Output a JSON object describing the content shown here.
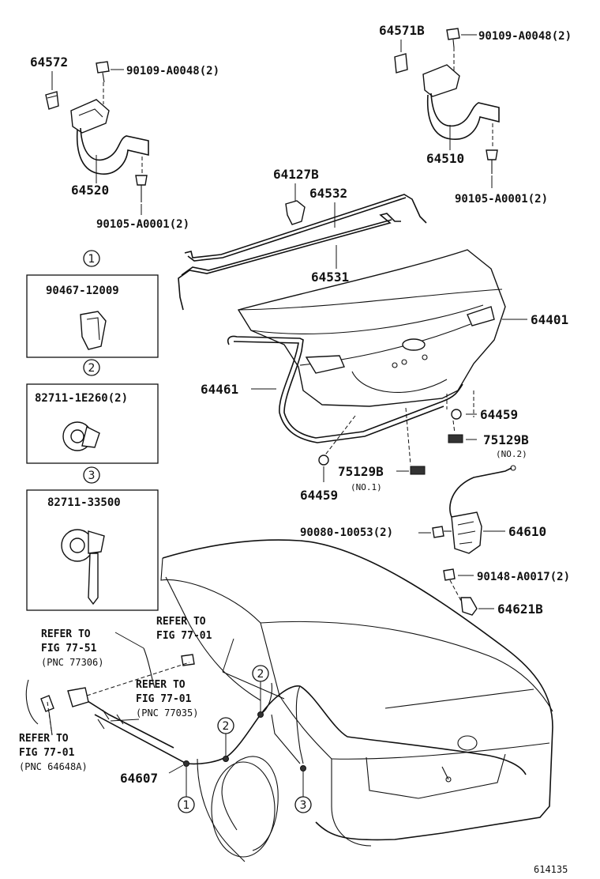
{
  "diagram_id": "614135",
  "parts": {
    "p64572": "64572",
    "p64520": "64520",
    "p64571B": "64571B",
    "p64510": "64510",
    "p64127B": "64127B",
    "p64532": "64532",
    "p64531": "64531",
    "p64401": "64401",
    "p64461": "64461",
    "p64459a": "64459",
    "p64459b": "64459",
    "p75129Ba": "75129B",
    "p75129Bb": "75129B",
    "p64610": "64610",
    "p64621B": "64621B",
    "p64607": "64607"
  },
  "notes": {
    "no2": "(NO.2)",
    "no1": "(NO.1)"
  },
  "bolts": {
    "b_left_top": "90109-A0048(2)",
    "b_left_bottom": "90105-A0001(2)",
    "b_right_top": "90109-A0048(2)",
    "b_right_bottom": "90105-A0001(2)",
    "b_90080": "90080-10053(2)",
    "b_90148": "90148-A0017(2)"
  },
  "callouts": [
    {
      "num": "1",
      "part": "90467-12009"
    },
    {
      "num": "2",
      "part": "82711-1E260(2)"
    },
    {
      "num": "3",
      "part": "82711-33500"
    }
  ],
  "refers": {
    "r1_line1": "REFER TO",
    "r1_line2": "FIG 77-51",
    "r1_line3": "(PNC 77306)",
    "r2_line1": "REFER TO",
    "r2_line2": "FIG 77-01",
    "r3_line1": "REFER TO",
    "r3_line2": "FIG 77-01",
    "r3_line3": "(PNC 77035)",
    "r4_line1": "REFER TO",
    "r4_line2": "FIG 77-01",
    "r4_line3": "(PNC 64648A)"
  },
  "markers": {
    "m1": "1",
    "m2a": "2",
    "m2b": "2",
    "m3": "3"
  }
}
